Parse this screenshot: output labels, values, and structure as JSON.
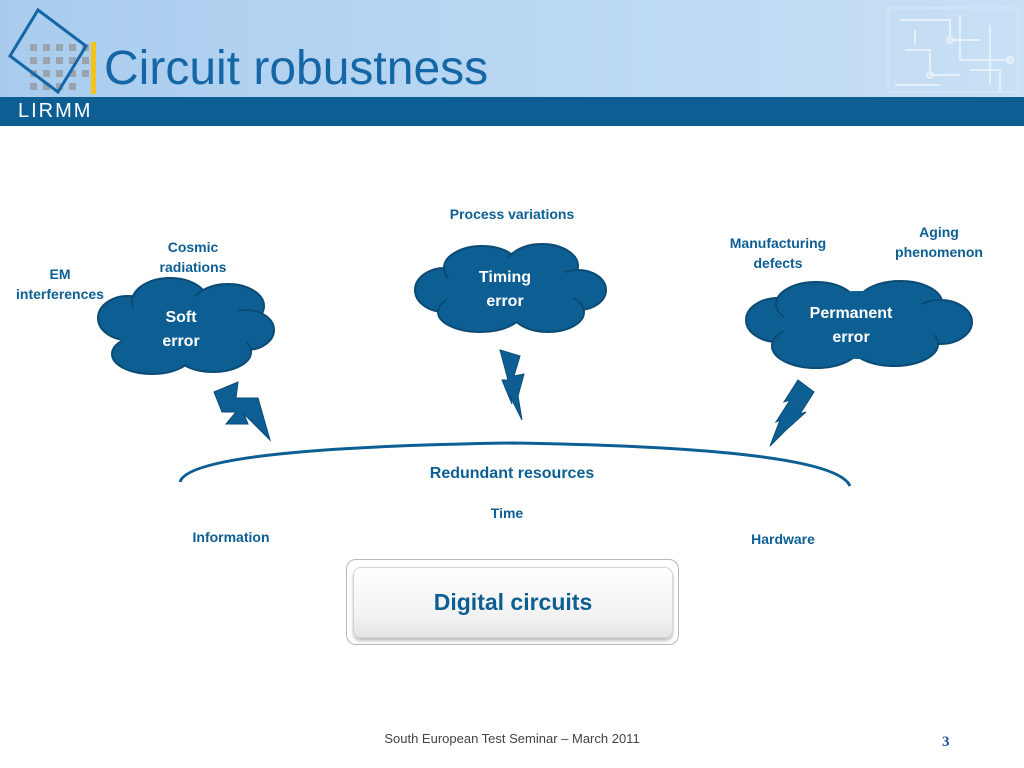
{
  "slide": {
    "title": "Circuit robustness",
    "logo_text": "LIRMM",
    "footer": "South European Test Seminar – March 2011",
    "page_number": "3"
  },
  "colors": {
    "accent": "#0d5f93",
    "title": "#1466a6",
    "cloud_fill": "#0d5f93",
    "cloud_stroke": "#0a4a75",
    "header_band": "#0d5f93",
    "logo_accent": "#f5c21a"
  },
  "diagram": {
    "clouds": {
      "soft": {
        "line1": "Soft",
        "line2": "error"
      },
      "timing": {
        "line1": "Timing",
        "line2": "error"
      },
      "permanent": {
        "line1": "Permanent",
        "line2": "error"
      }
    },
    "causes": {
      "em": {
        "line1": "EM",
        "line2": "interferences"
      },
      "cosmic": {
        "line1": "Cosmic",
        "line2": "radiations"
      },
      "process": "Process variations",
      "manufacturing": {
        "line1": "Manufacturing",
        "line2": "defects"
      },
      "aging": {
        "line1": "Aging",
        "line2": "phenomenon"
      }
    },
    "shield_label": "Redundant resources",
    "resources": {
      "information": "Information",
      "time": "Time",
      "hardware": "Hardware"
    },
    "base_label": "Digital circuits"
  }
}
